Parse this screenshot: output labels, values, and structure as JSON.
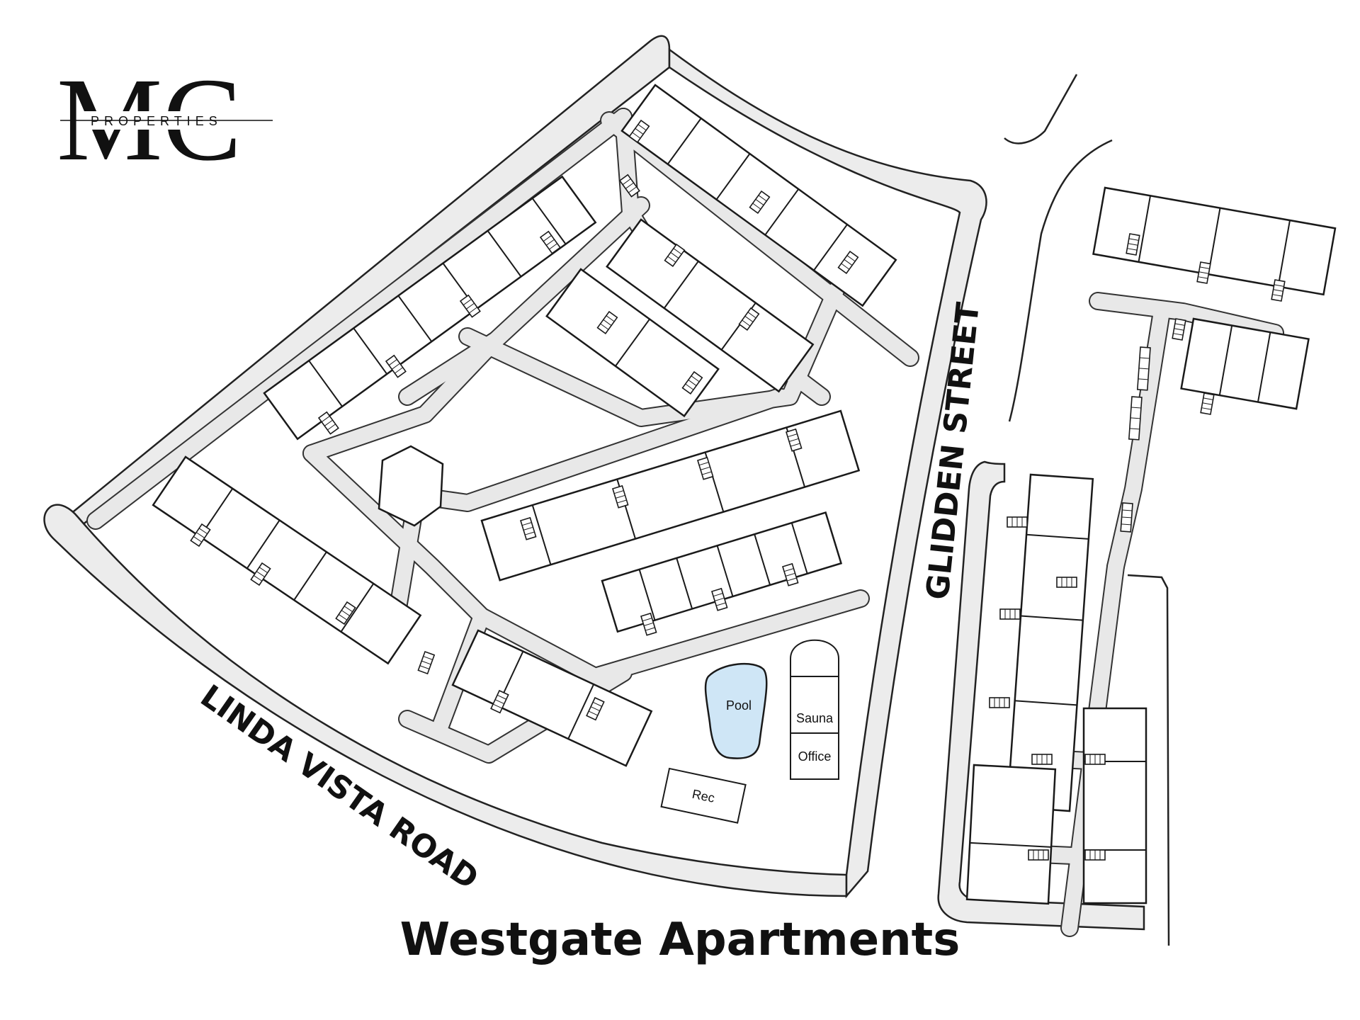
{
  "logo": {
    "monogram": "MC",
    "subtitle": "PROPERTIES"
  },
  "title": "Westgate Apartments",
  "streets": {
    "west": "LINDA VISTA ROAD",
    "east": "GLIDDEN STREET"
  },
  "amenities": {
    "pool": "Pool",
    "sauna": "Sauna",
    "office": "Office",
    "rec": "Rec"
  },
  "colors": {
    "pool_fill": "#cfe6f6",
    "road_fill": "#ececec",
    "outline": "#1a1a1a"
  }
}
